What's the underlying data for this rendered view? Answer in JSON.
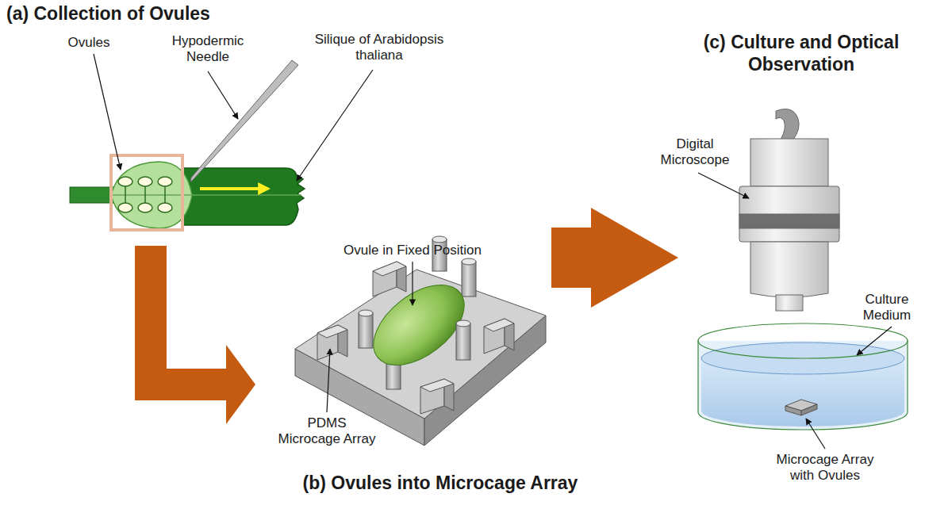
{
  "diagram": {
    "labels": [
      "(a) Collection of Ovules",
      "Ovules",
      "Hypodermic Needle",
      "Silique of Arabidopsis thaliana",
      "Ovule in Fixed Position",
      "PDMS Microcage Array",
      "(b) Ovules into Microcage Array",
      "(c) Culture and Optical Observation",
      "Digital Microscope",
      "Culture Medium",
      "Microcage Array with Ovules"
    ]
  }
}
